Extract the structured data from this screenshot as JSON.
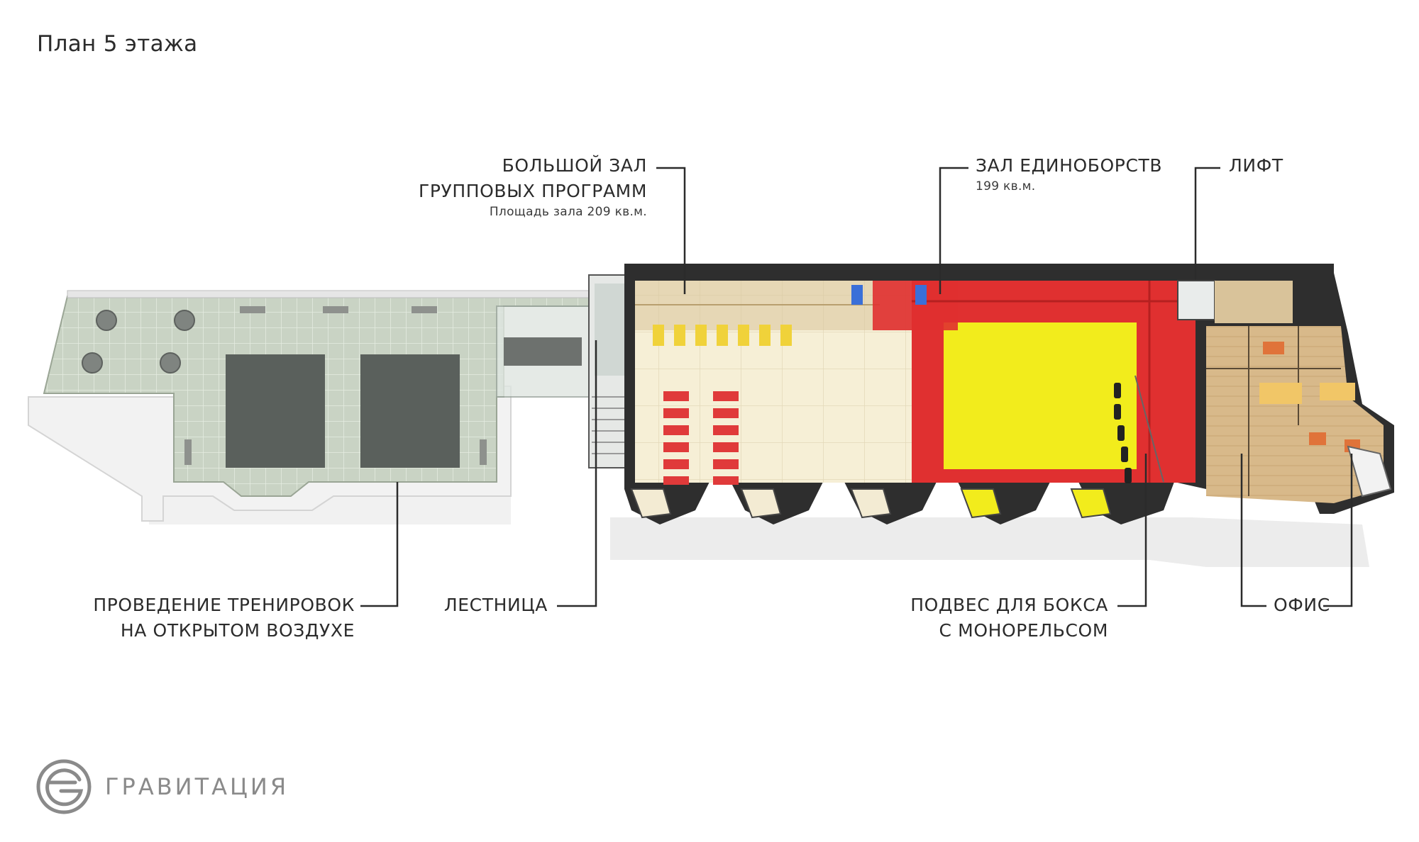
{
  "page": {
    "title": "План 5 этажа"
  },
  "callouts": {
    "group_hall": {
      "line1": "БОЛЬШОЙ ЗАЛ",
      "line2": "ГРУППОВЫХ ПРОГРАММ",
      "area": "Площадь зала 209 кв.м."
    },
    "martial_arts_hall": {
      "line1": "ЗАЛ ЕДИНОБОРСТВ",
      "area": "199 кв.м."
    },
    "elevator": {
      "line1": "ЛИФТ"
    },
    "outdoor_training": {
      "line1": "ПРОВЕДЕНИЕ ТРЕНИРОВОК",
      "line2": "НА ОТКРЫТОМ ВОЗДУХЕ"
    },
    "staircase": {
      "line1": "ЛЕСТНИЦА"
    },
    "boxing_rig": {
      "line1": "ПОДВЕС ДЛЯ БОКСА",
      "line2": "С МОНОРЕЛЬСОМ"
    },
    "office": {
      "line1": "ОФИС"
    }
  },
  "brand": {
    "name": "ГРАВИТАЦИЯ",
    "icon": "gravitation-logo-icon",
    "color": "#8a8a8a"
  },
  "colors": {
    "terrace_tile": "#c9d3c4",
    "mat_dark": "#5a605c",
    "group_floor": "#f5eed6",
    "red_zone": "#e03030",
    "yellow_mat": "#f2ec1c",
    "wall": "#2e2e2e",
    "office_wood": "#c9a36a",
    "leader_line": "#2b2b2b"
  }
}
